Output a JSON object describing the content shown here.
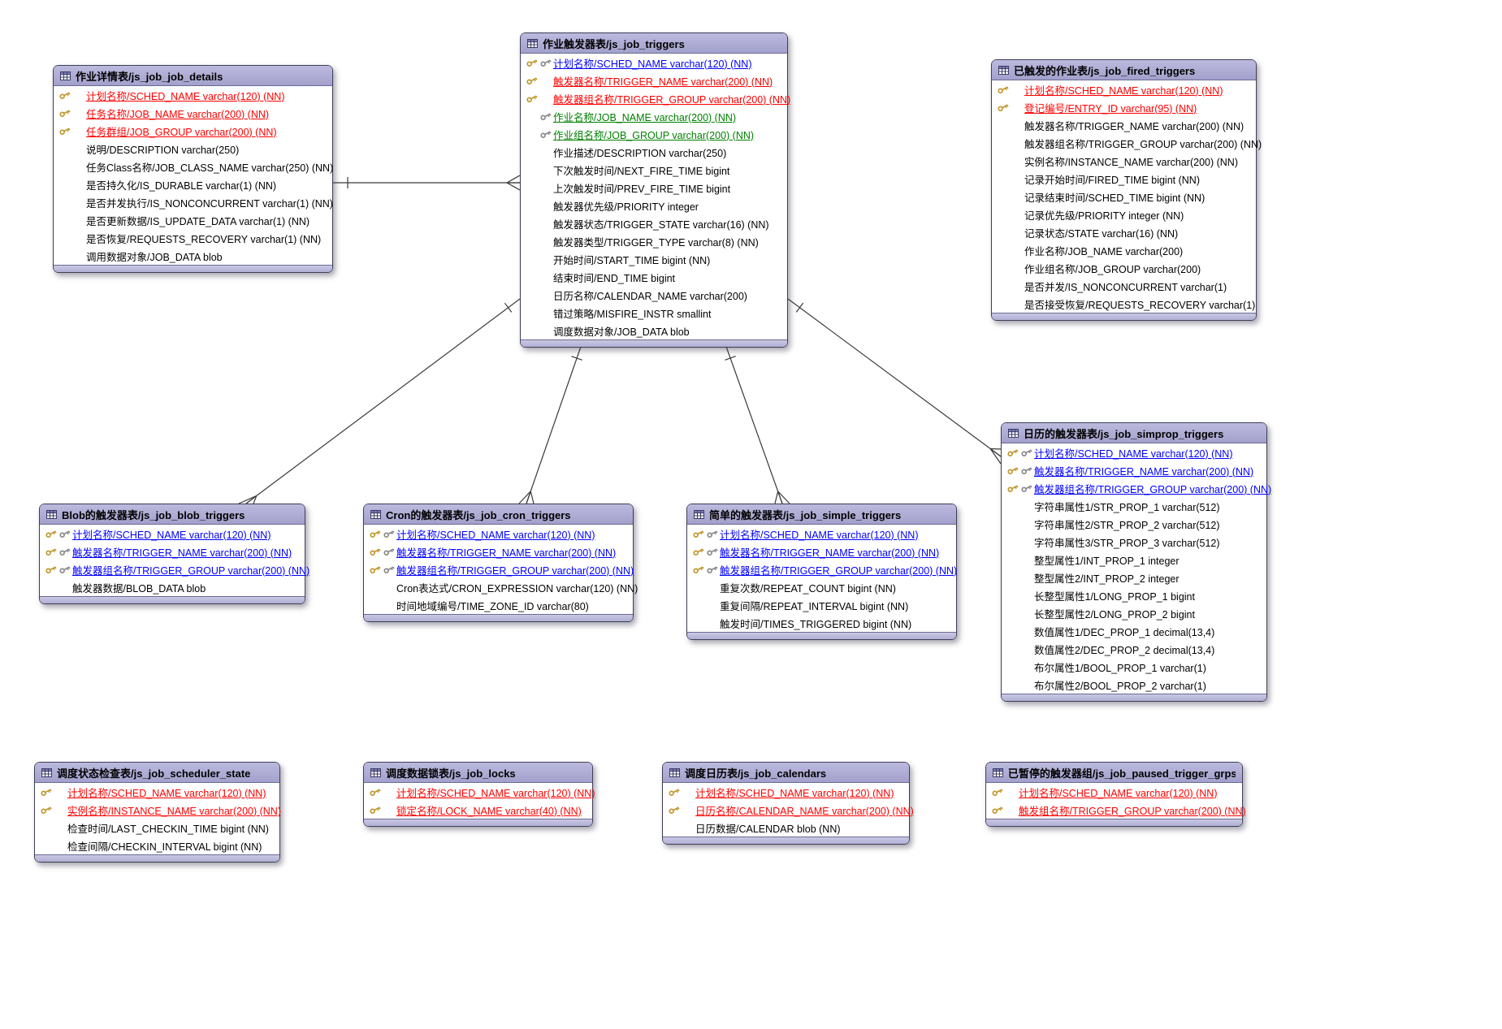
{
  "diagram": {
    "colors": {
      "pk": "#ff0000",
      "pkfk": "#0000ff",
      "fk": "#008000",
      "plain": "#000000",
      "header_bg": "#a8a6ce",
      "line": "#3a3a3a"
    },
    "tables": [
      {
        "id": "js_job_triggers",
        "title": "作业触发器表/js_job_triggers",
        "columns": [
          {
            "label": "计划名称/SCHED_NAME varchar(120) (NN)",
            "style": "pkfk"
          },
          {
            "label": "触发器名称/TRIGGER_NAME varchar(200) (NN)",
            "style": "pk"
          },
          {
            "label": "触发器组名称/TRIGGER_GROUP varchar(200) (NN)",
            "style": "pk"
          },
          {
            "label": "作业名称/JOB_NAME varchar(200) (NN)",
            "style": "fk"
          },
          {
            "label": "作业组名称/JOB_GROUP varchar(200) (NN)",
            "style": "fk"
          },
          {
            "label": "作业描述/DESCRIPTION varchar(250)",
            "style": "plain"
          },
          {
            "label": "下次触发时间/NEXT_FIRE_TIME bigint",
            "style": "plain"
          },
          {
            "label": "上次触发时间/PREV_FIRE_TIME bigint",
            "style": "plain"
          },
          {
            "label": "触发器优先级/PRIORITY integer",
            "style": "plain"
          },
          {
            "label": "触发器状态/TRIGGER_STATE varchar(16) (NN)",
            "style": "plain"
          },
          {
            "label": "触发器类型/TRIGGER_TYPE varchar(8) (NN)",
            "style": "plain"
          },
          {
            "label": "开始时间/START_TIME bigint (NN)",
            "style": "plain"
          },
          {
            "label": "结束时间/END_TIME bigint",
            "style": "plain"
          },
          {
            "label": "日历名称/CALENDAR_NAME varchar(200)",
            "style": "plain"
          },
          {
            "label": "错过策略/MISFIRE_INSTR smallint",
            "style": "plain"
          },
          {
            "label": "调度数据对象/JOB_DATA blob",
            "style": "plain"
          }
        ]
      },
      {
        "id": "js_job_job_details",
        "title": "作业详情表/js_job_job_details",
        "columns": [
          {
            "label": "计划名称/SCHED_NAME varchar(120) (NN)",
            "style": "pk"
          },
          {
            "label": "任务名称/JOB_NAME varchar(200) (NN)",
            "style": "pk"
          },
          {
            "label": "任务群组/JOB_GROUP varchar(200) (NN)",
            "style": "pk"
          },
          {
            "label": "说明/DESCRIPTION varchar(250)",
            "style": "plain"
          },
          {
            "label": "任务Class名称/JOB_CLASS_NAME varchar(250) (NN)",
            "style": "plain"
          },
          {
            "label": "是否持久化/IS_DURABLE varchar(1) (NN)",
            "style": "plain"
          },
          {
            "label": "是否并发执行/IS_NONCONCURRENT varchar(1) (NN)",
            "style": "plain"
          },
          {
            "label": "是否更新数据/IS_UPDATE_DATA varchar(1) (NN)",
            "style": "plain"
          },
          {
            "label": "是否恢复/REQUESTS_RECOVERY varchar(1) (NN)",
            "style": "plain"
          },
          {
            "label": "调用数据对象/JOB_DATA blob",
            "style": "plain"
          }
        ]
      },
      {
        "id": "js_job_fired_triggers",
        "title": "已触发的作业表/js_job_fired_triggers",
        "columns": [
          {
            "label": "计划名称/SCHED_NAME varchar(120) (NN)",
            "style": "pk"
          },
          {
            "label": "登记编号/ENTRY_ID varchar(95) (NN)",
            "style": "pk"
          },
          {
            "label": "触发器名称/TRIGGER_NAME varchar(200) (NN)",
            "style": "plain"
          },
          {
            "label": "触发器组名称/TRIGGER_GROUP varchar(200) (NN)",
            "style": "plain"
          },
          {
            "label": "实例名称/INSTANCE_NAME varchar(200) (NN)",
            "style": "plain"
          },
          {
            "label": "记录开始时间/FIRED_TIME bigint (NN)",
            "style": "plain"
          },
          {
            "label": "记录结束时间/SCHED_TIME bigint (NN)",
            "style": "plain"
          },
          {
            "label": "记录优先级/PRIORITY integer (NN)",
            "style": "plain"
          },
          {
            "label": "记录状态/STATE varchar(16) (NN)",
            "style": "plain"
          },
          {
            "label": "作业名称/JOB_NAME varchar(200)",
            "style": "plain"
          },
          {
            "label": "作业组名称/JOB_GROUP varchar(200)",
            "style": "plain"
          },
          {
            "label": "是否并发/IS_NONCONCURRENT varchar(1)",
            "style": "plain"
          },
          {
            "label": "是否接受恢复/REQUESTS_RECOVERY varchar(1)",
            "style": "plain"
          }
        ]
      },
      {
        "id": "js_job_simprop_triggers",
        "title": "日历的触发器表/js_job_simprop_triggers",
        "columns": [
          {
            "label": "计划名称/SCHED_NAME varchar(120) (NN)",
            "style": "pkfk"
          },
          {
            "label": "触发器名称/TRIGGER_NAME varchar(200) (NN)",
            "style": "pkfk"
          },
          {
            "label": "触发器组名称/TRIGGER_GROUP varchar(200) (NN)",
            "style": "pkfk"
          },
          {
            "label": "字符串属性1/STR_PROP_1 varchar(512)",
            "style": "plain"
          },
          {
            "label": "字符串属性2/STR_PROP_2 varchar(512)",
            "style": "plain"
          },
          {
            "label": "字符串属性3/STR_PROP_3 varchar(512)",
            "style": "plain"
          },
          {
            "label": "整型属性1/INT_PROP_1 integer",
            "style": "plain"
          },
          {
            "label": "整型属性2/INT_PROP_2 integer",
            "style": "plain"
          },
          {
            "label": "长整型属性1/LONG_PROP_1 bigint",
            "style": "plain"
          },
          {
            "label": "长整型属性2/LONG_PROP_2 bigint",
            "style": "plain"
          },
          {
            "label": "数值属性1/DEC_PROP_1 decimal(13,4)",
            "style": "plain"
          },
          {
            "label": "数值属性2/DEC_PROP_2 decimal(13,4)",
            "style": "plain"
          },
          {
            "label": "布尔属性1/BOOL_PROP_1 varchar(1)",
            "style": "plain"
          },
          {
            "label": "布尔属性2/BOOL_PROP_2 varchar(1)",
            "style": "plain"
          }
        ]
      },
      {
        "id": "js_job_blob_triggers",
        "title": "Blob的触发器表/js_job_blob_triggers",
        "columns": [
          {
            "label": "计划名称/SCHED_NAME varchar(120) (NN)",
            "style": "pkfk"
          },
          {
            "label": "触发器名称/TRIGGER_NAME varchar(200) (NN)",
            "style": "pkfk"
          },
          {
            "label": "触发器组名称/TRIGGER_GROUP varchar(200) (NN)",
            "style": "pkfk"
          },
          {
            "label": "触发器数据/BLOB_DATA blob",
            "style": "plain"
          }
        ]
      },
      {
        "id": "js_job_cron_triggers",
        "title": "Cron的触发器表/js_job_cron_triggers",
        "columns": [
          {
            "label": "计划名称/SCHED_NAME varchar(120) (NN)",
            "style": "pkfk"
          },
          {
            "label": "触发器名称/TRIGGER_NAME varchar(200) (NN)",
            "style": "pkfk"
          },
          {
            "label": "触发器组名称/TRIGGER_GROUP varchar(200) (NN)",
            "style": "pkfk"
          },
          {
            "label": "Cron表达式/CRON_EXPRESSION varchar(120) (NN)",
            "style": "plain"
          },
          {
            "label": "时间地域编号/TIME_ZONE_ID varchar(80)",
            "style": "plain"
          }
        ]
      },
      {
        "id": "js_job_simple_triggers",
        "title": "简单的触发器表/js_job_simple_triggers",
        "columns": [
          {
            "label": "计划名称/SCHED_NAME varchar(120) (NN)",
            "style": "pkfk"
          },
          {
            "label": "触发器名称/TRIGGER_NAME varchar(200) (NN)",
            "style": "pkfk"
          },
          {
            "label": "触发器组名称/TRIGGER_GROUP varchar(200) (NN)",
            "style": "pkfk"
          },
          {
            "label": "重复次数/REPEAT_COUNT bigint (NN)",
            "style": "plain"
          },
          {
            "label": "重复间隔/REPEAT_INTERVAL bigint (NN)",
            "style": "plain"
          },
          {
            "label": "触发时间/TIMES_TRIGGERED bigint (NN)",
            "style": "plain"
          }
        ]
      },
      {
        "id": "js_job_scheduler_state",
        "title": "调度状态检查表/js_job_scheduler_state",
        "columns": [
          {
            "label": "计划名称/SCHED_NAME varchar(120) (NN)",
            "style": "pk"
          },
          {
            "label": "实例名称/INSTANCE_NAME varchar(200) (NN)",
            "style": "pk"
          },
          {
            "label": "检查时间/LAST_CHECKIN_TIME bigint (NN)",
            "style": "plain"
          },
          {
            "label": "检查间隔/CHECKIN_INTERVAL bigint (NN)",
            "style": "plain"
          }
        ]
      },
      {
        "id": "js_job_locks",
        "title": "调度数据锁表/js_job_locks",
        "columns": [
          {
            "label": "计划名称/SCHED_NAME varchar(120) (NN)",
            "style": "pk"
          },
          {
            "label": "锁定名称/LOCK_NAME varchar(40) (NN)",
            "style": "pk"
          }
        ]
      },
      {
        "id": "js_job_calendars",
        "title": "调度日历表/js_job_calendars",
        "columns": [
          {
            "label": "计划名称/SCHED_NAME varchar(120) (NN)",
            "style": "pk"
          },
          {
            "label": "日历名称/CALENDAR_NAME varchar(200) (NN)",
            "style": "pk"
          },
          {
            "label": "日历数据/CALENDAR blob (NN)",
            "style": "plain"
          }
        ]
      },
      {
        "id": "js_job_paused_trigger_grps",
        "title": "已暂停的触发器组/js_job_paused_trigger_grps",
        "columns": [
          {
            "label": "计划名称/SCHED_NAME varchar(120) (NN)",
            "style": "pk"
          },
          {
            "label": "触发组名称/TRIGGER_GROUP varchar(200) (NN)",
            "style": "pk"
          }
        ]
      }
    ],
    "relations": [
      {
        "from": "js_job_job_details",
        "to": "js_job_triggers"
      },
      {
        "from": "js_job_triggers",
        "to": "js_job_blob_triggers"
      },
      {
        "from": "js_job_triggers",
        "to": "js_job_cron_triggers"
      },
      {
        "from": "js_job_triggers",
        "to": "js_job_simple_triggers"
      },
      {
        "from": "js_job_triggers",
        "to": "js_job_simprop_triggers"
      }
    ]
  }
}
